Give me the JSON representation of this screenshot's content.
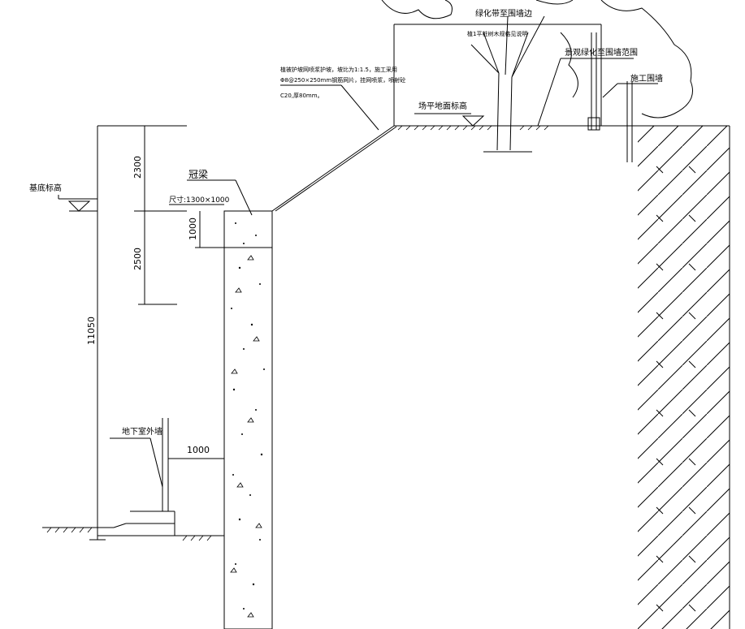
{
  "annotations": {
    "tree_label_top": "绿化带至围墙边",
    "tree_label_sub": "植1平桩树木规格见说明",
    "slope_note_1": "植被护坡网喷浆护坡，坡比为1:1.5，施工采用",
    "slope_note_2": "Φ8@250×250mm钢筋网片，挂网喷浆，喷射砼",
    "slope_note_3": "C20,厚80mm。",
    "ground_level": "场平地面标高",
    "cap_beam": "冠梁",
    "cap_beam_size": "尺寸:1300×1000",
    "base_level": "基底标高",
    "basement_wall": "地下室外墙",
    "hardscape_fence": "景观绿化至围墙范围",
    "fence_label": "施工围墙"
  },
  "dimensions": {
    "d_2300": "2300",
    "d_2500": "2500",
    "d_1000_cap": "1000",
    "d_11050": "11050",
    "d_1000_gap": "1000"
  }
}
